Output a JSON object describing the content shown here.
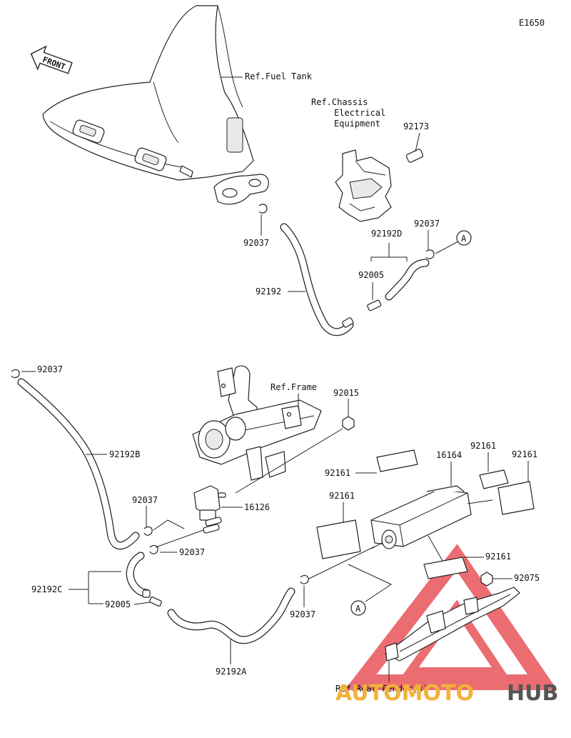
{
  "diagram_code": "E1650",
  "front_label": "FRONT",
  "refs": {
    "fuel_tank": "Ref.Fuel Tank",
    "chassis_line1": "Ref.Chassis",
    "chassis_line2": "Electrical",
    "chassis_line3": "Equipment",
    "frame": "Ref.Frame",
    "rear_fender": "Ref.Rear Fender(s)"
  },
  "parts": {
    "p92173": "92173",
    "p92037_a": "92037",
    "p92037_b": "92037",
    "p92037_c": "92037",
    "p92037_d": "92037",
    "p92037_e": "92037",
    "p92037_f": "92037",
    "p92192D": "92192D",
    "p92005_a": "92005",
    "p92005_b": "92005",
    "p92192": "92192",
    "p92015": "92015",
    "p92192B": "92192B",
    "p16126": "16126",
    "p92192C": "92192C",
    "p92192A": "92192A",
    "p92161_a": "92161",
    "p92161_b": "92161",
    "p92161_c": "92161",
    "p92161_d": "92161",
    "p92161_e": "92161",
    "p16164": "16164",
    "p92075": "92075"
  },
  "callouts": {
    "a_top": "A",
    "a_bottom": "A"
  },
  "watermark": {
    "text_part1": "AUTOMOTO",
    "text_part2": "HUB",
    "color_part1": "#f2b23a",
    "color_part2": "#555555",
    "triangle_color": "#e8545a"
  }
}
